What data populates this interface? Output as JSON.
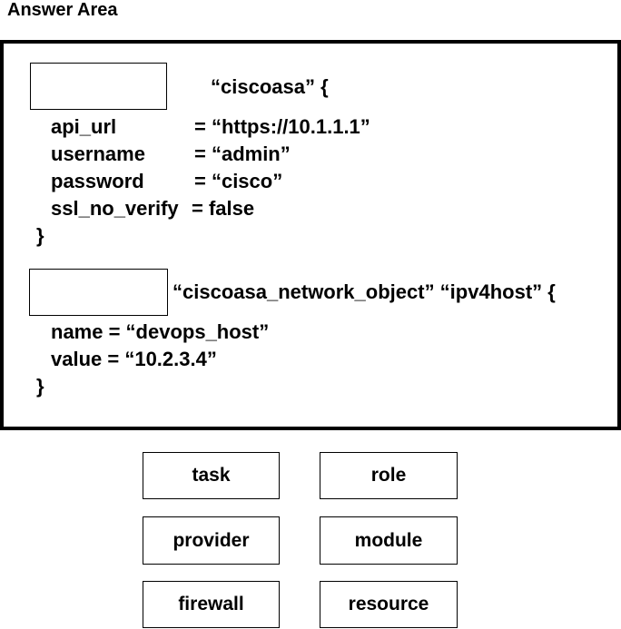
{
  "header": {
    "title": "Answer Area"
  },
  "block1": {
    "open_line": "“ciscoasa” {",
    "fields": [
      {
        "key": "api_url",
        "eq": "= “https://10.1.1.1”"
      },
      {
        "key": "username",
        "eq": "= “admin”"
      },
      {
        "key": "password",
        "eq": "= “cisco”"
      },
      {
        "key": "ssl_no_verify",
        "eq": "= false"
      }
    ],
    "close_brace": "}"
  },
  "block2": {
    "open_line": "“ciscoasa_network_object” “ipv4host” {",
    "lines": [
      "name = “devops_host”",
      "value = “10.2.3.4”"
    ],
    "close_brace": "}"
  },
  "options": [
    {
      "label": "task"
    },
    {
      "label": "role"
    },
    {
      "label": "provider"
    },
    {
      "label": "module"
    },
    {
      "label": "firewall"
    },
    {
      "label": "resource"
    }
  ]
}
